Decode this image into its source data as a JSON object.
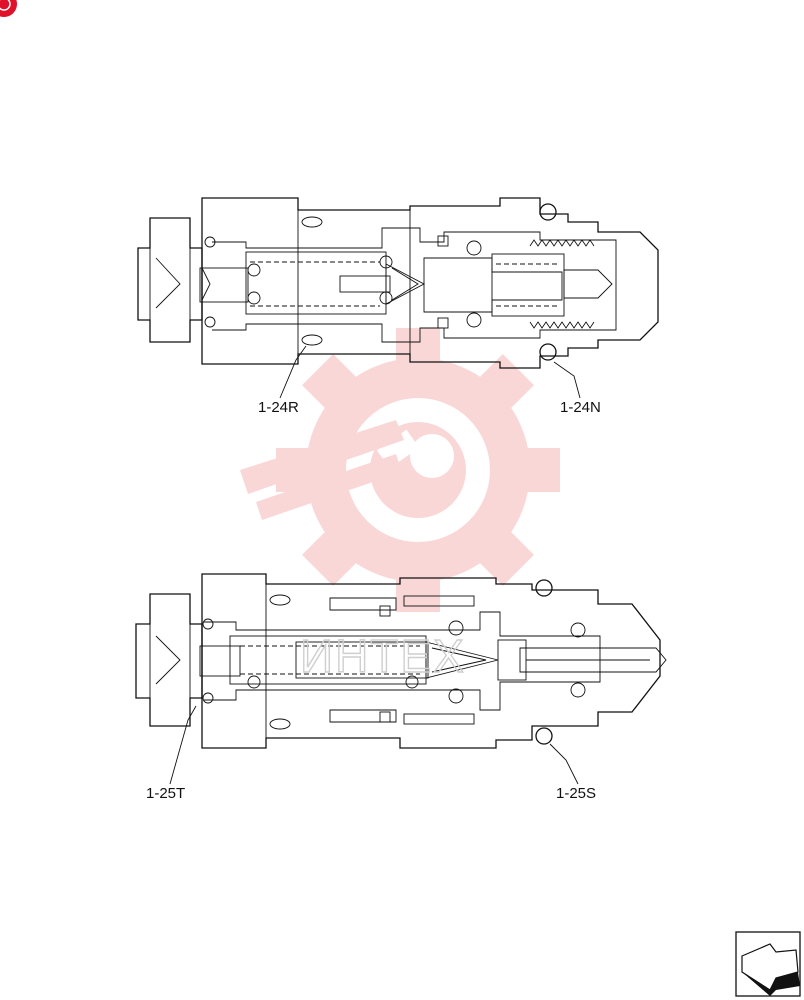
{
  "colors": {
    "line": "#111111",
    "watermark": "#f6b7b7",
    "corner_badge": "#e0112b"
  },
  "watermark": {
    "icon": "gear-wrench-logo-icon",
    "text": "ИНТЕХ"
  },
  "callouts": {
    "top_left": "1-24R",
    "top_right": "1-24N",
    "bottom_left": "1-25T",
    "bottom_right": "1-25S"
  },
  "navigation": {
    "icon": "page-turn-arrow-icon"
  }
}
